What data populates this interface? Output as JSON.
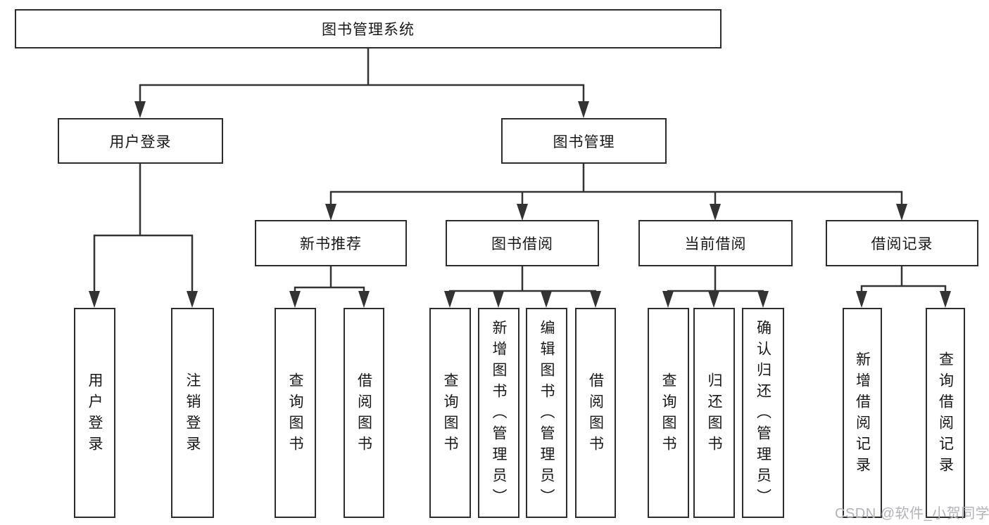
{
  "diagram": {
    "watermark": "CSDN @软件_小贺同学",
    "colors": {
      "line": "#333333",
      "box_border": "#2d2d2d",
      "box_fill": "#ffffff",
      "text": "#181818",
      "watermark": "#b2b2ba",
      "background": "#ffffff"
    },
    "tree": {
      "root": {
        "label": "图书管理系统"
      },
      "children": [
        {
          "label": "用户登录",
          "children": [
            {
              "label": "用户登录"
            },
            {
              "label": "注销登录"
            }
          ]
        },
        {
          "label": "图书管理",
          "children": [
            {
              "label": "新书推荐",
              "children": [
                {
                  "label": "查询图书"
                },
                {
                  "label": "借阅图书"
                }
              ]
            },
            {
              "label": "图书借阅",
              "children": [
                {
                  "label": "查询图书"
                },
                {
                  "label": "新增图书（管理员）"
                },
                {
                  "label": "编辑图书（管理员）"
                },
                {
                  "label": "借阅图书"
                }
              ]
            },
            {
              "label": "当前借阅",
              "children": [
                {
                  "label": "查询图书"
                },
                {
                  "label": "归还图书"
                },
                {
                  "label": "确认归还（管理员）"
                }
              ]
            },
            {
              "label": "借阅记录",
              "children": [
                {
                  "label": "新增借阅记录"
                },
                {
                  "label": "查询借阅记录"
                }
              ]
            }
          ]
        }
      ]
    }
  }
}
